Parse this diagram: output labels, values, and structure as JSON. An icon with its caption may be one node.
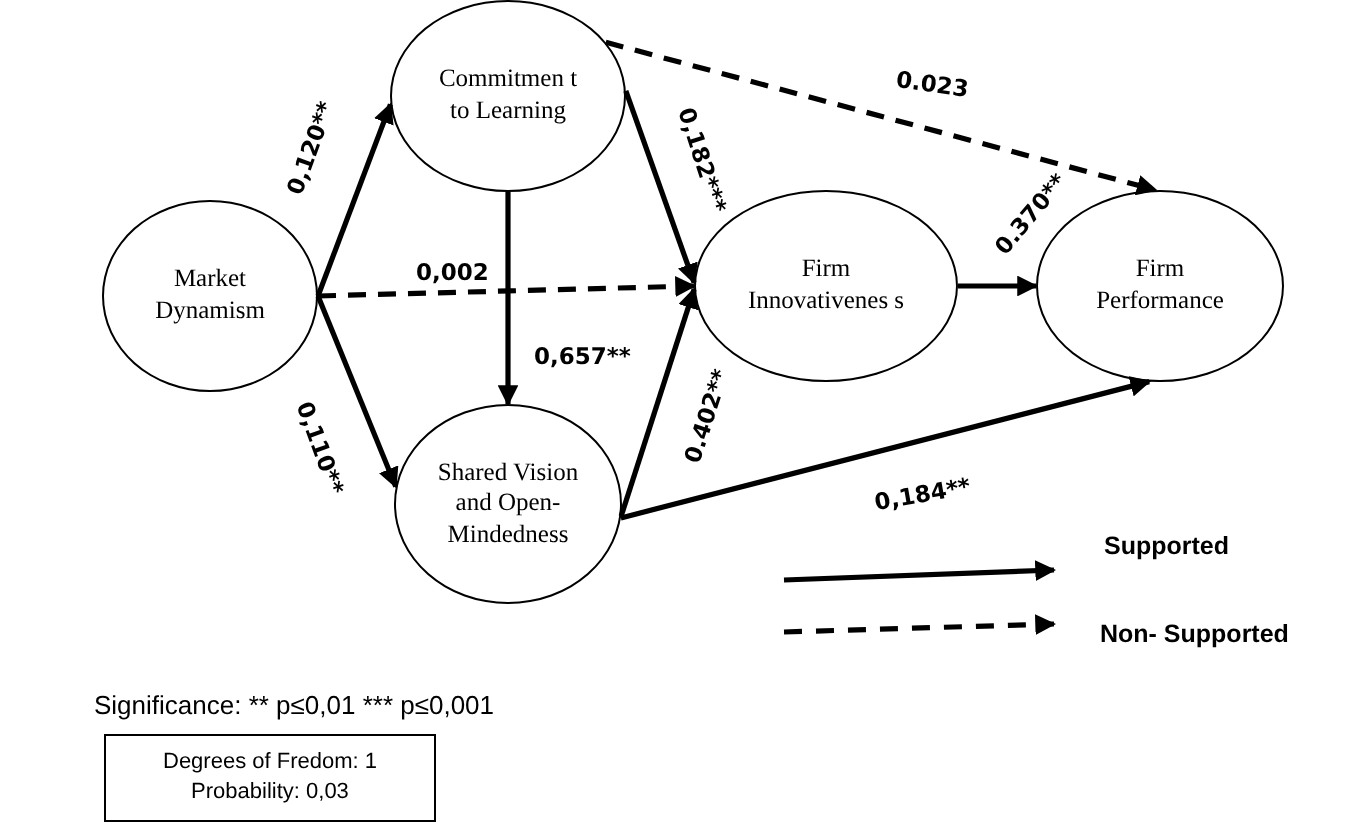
{
  "diagram": {
    "nodes": [
      {
        "text": [
          "Market Dynamism"
        ]
      },
      {
        "text": [
          "Commitmen t to Learning"
        ]
      },
      {
        "text": [
          "Firm Innovativenes s"
        ]
      },
      {
        "text": [
          "Firm Performance"
        ]
      },
      {
        "text": [
          "Shared Vision and Open-Mindedness"
        ]
      },
      {
        "text": [
          "Degrees of Fredom: 1",
          "Probability: 0,03"
        ]
      }
    ],
    "edges": [
      {
        "from": 0,
        "to": 1,
        "arrow": "to",
        "label": "0,120**"
      },
      {
        "from": 0,
        "to": 4,
        "arrow": "to",
        "label": "0,110**"
      },
      {
        "from": 0,
        "to": 2,
        "arrow": "to",
        "label": "0,002",
        "style": "dashed"
      },
      {
        "from": 1,
        "to": 4,
        "arrow": "to",
        "label": "0,657**"
      },
      {
        "from": 1,
        "to": 2,
        "arrow": "to",
        "label": "0,182***"
      },
      {
        "from": 1,
        "to": 3,
        "arrow": "to",
        "label": "0.023",
        "style": "dashed"
      },
      {
        "from": 4,
        "to": 2,
        "arrow": "to",
        "label": "0.402**"
      },
      {
        "from": 4,
        "to": 3,
        "arrow": "to",
        "label": "0,184**"
      },
      {
        "from": 2,
        "to": 3,
        "arrow": "to",
        "label": "0.370**"
      }
    ],
    "labels": [
      "Significance: ** p≤0,01 *** p≤0,001"
    ],
    "legend": [
      {
        "text": "Supported"
      },
      {
        "text": "Non- Supported"
      }
    ]
  }
}
